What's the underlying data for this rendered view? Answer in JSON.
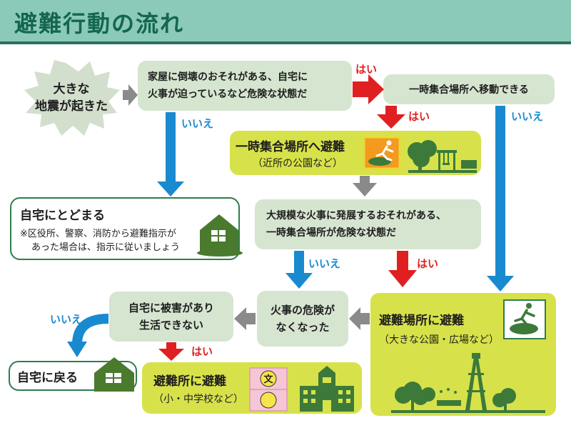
{
  "title": "避難行動の流れ",
  "start": {
    "line1": "大きな",
    "line2": "地震が起きた"
  },
  "q_fire": {
    "line1": "家屋に倒壊のおそれがある、自宅に",
    "line2": "火事が迫っているなど危険な状態だ"
  },
  "temp_possible": {
    "text": "一時集合場所へ移動できる"
  },
  "temp_evac": {
    "title": "一時集合場所へ避難",
    "sub": "（近所の公園など）"
  },
  "stay_home": {
    "title": "自宅にとどまる",
    "note1": "※区役所、警察、消防から避難指示が",
    "note2": "あった場合は、指示に従いましょう"
  },
  "q_large_fire": {
    "line1": "大規模な火事に発展するおそれがある、",
    "line2": "一時集合場所が危険な状態だ"
  },
  "no_danger": {
    "line1": "火事の危険が",
    "line2": "なくなった"
  },
  "q_damage": {
    "line1": "自宅に被害があり",
    "line2": "生活できない"
  },
  "return_home": {
    "text": "自宅に戻る"
  },
  "shelter": {
    "title": "避難所に避難",
    "sub": "（小・中学校など）",
    "sign_char": "文"
  },
  "evac_site": {
    "title": "避難場所に避難",
    "sub": "（大きな公園・広場など）"
  },
  "labels": {
    "yes": "はい",
    "no": "いいえ"
  },
  "colors": {
    "red_arrow": "#e02020",
    "blue_arrow": "#1a8ad0",
    "gray_arrow": "#8a8a8a",
    "lime_box": "#d7e24a",
    "gray_box": "#d6e5d0",
    "icon_green": "#3d7a3a"
  }
}
